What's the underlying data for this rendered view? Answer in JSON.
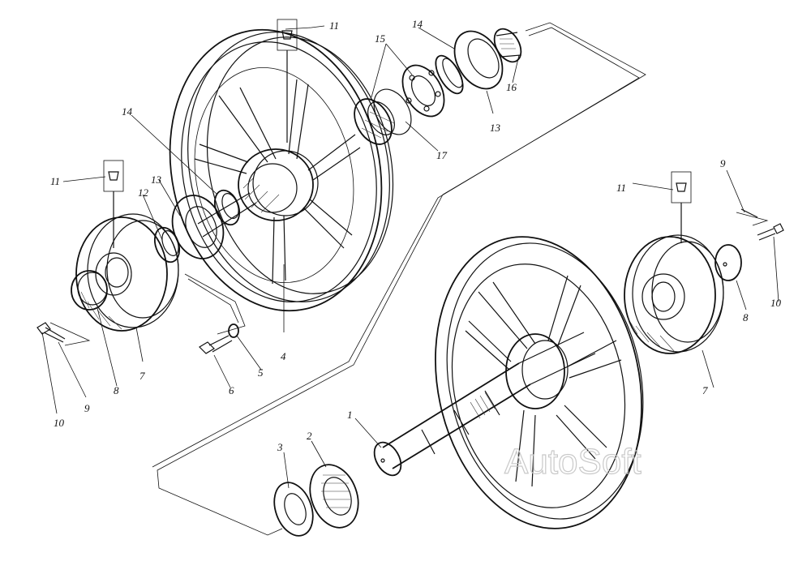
{
  "callouts": [
    {
      "id": "c11-top",
      "text": "11"
    },
    {
      "id": "c14-top",
      "text": "14"
    },
    {
      "id": "c15",
      "text": "15"
    },
    {
      "id": "c16",
      "text": "16"
    },
    {
      "id": "c13-top",
      "text": "13"
    },
    {
      "id": "c17",
      "text": "17"
    },
    {
      "id": "c14-left",
      "text": "14"
    },
    {
      "id": "c11-left",
      "text": "11"
    },
    {
      "id": "c13-left",
      "text": "13"
    },
    {
      "id": "c12",
      "text": "12"
    },
    {
      "id": "c4",
      "text": "4"
    },
    {
      "id": "c5",
      "text": "5"
    },
    {
      "id": "c6",
      "text": "6"
    },
    {
      "id": "c7-left",
      "text": "7"
    },
    {
      "id": "c8-left",
      "text": "8"
    },
    {
      "id": "c9-left",
      "text": "9"
    },
    {
      "id": "c10-left",
      "text": "10"
    },
    {
      "id": "c11-right",
      "text": "11"
    },
    {
      "id": "c9-right",
      "text": "9"
    },
    {
      "id": "c10-right",
      "text": "10"
    },
    {
      "id": "c8-right",
      "text": "8"
    },
    {
      "id": "c7-right",
      "text": "7"
    },
    {
      "id": "c1",
      "text": "1"
    },
    {
      "id": "c2",
      "text": "2"
    },
    {
      "id": "c3",
      "text": "3"
    }
  ],
  "watermark": "AutoSoft"
}
